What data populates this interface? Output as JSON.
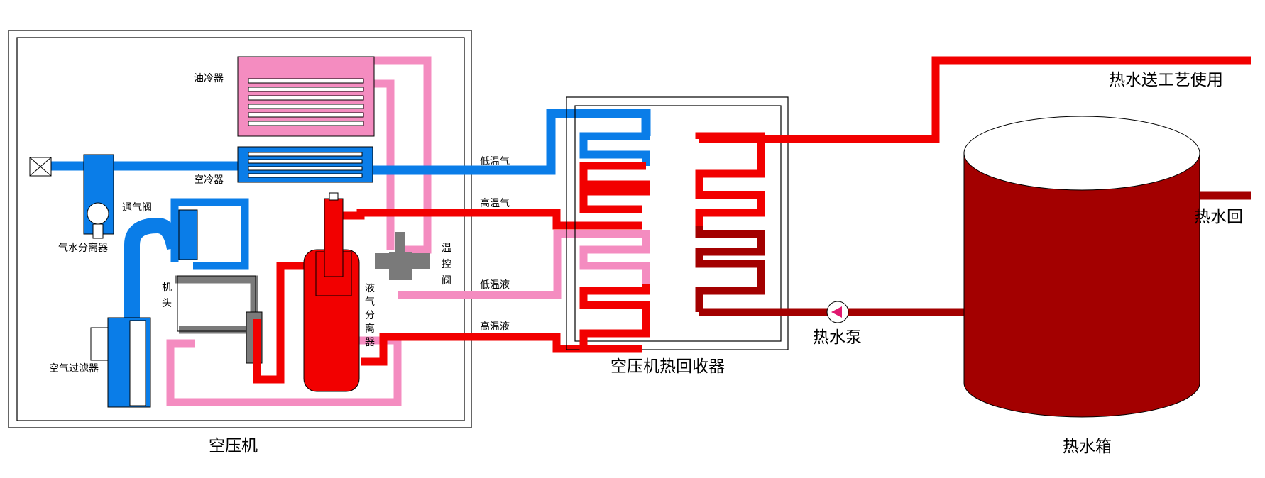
{
  "labels": {
    "oil_cooler": "油冷器",
    "air_cooler": "空冷器",
    "vent_valve": "通气阀",
    "air_water_separator": "气水分离器",
    "air_filter": "空气过滤器",
    "machine_head_1": "机",
    "machine_head_2": "头",
    "liquid_gas_separator": [
      "液",
      "气",
      "分",
      "离",
      "器"
    ],
    "thermostat_valve": [
      "温",
      "控",
      "阀"
    ],
    "low_temp_gas": "低温气",
    "high_temp_gas": "高温气",
    "low_temp_liquid": "低温液",
    "high_temp_liquid": "高温液",
    "compressor": "空压机",
    "heat_recovery_unit": "空压机热回收器",
    "hot_water_to_process": "热水送工艺使用",
    "hot_water_return": "热水回",
    "hot_water_pump": "热水泵",
    "hot_water_tank": "热水箱"
  },
  "colors": {
    "air_blue": "#0a7de8",
    "oil_pink": "#f48cc0",
    "hot_red": "#f20000",
    "dark_red": "#a30000",
    "gray": "#7a7a7a",
    "pump_magenta": "#e0186e",
    "frame": "#000000"
  }
}
